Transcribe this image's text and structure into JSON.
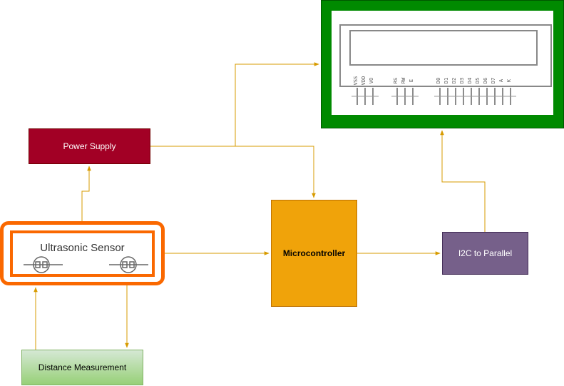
{
  "colors": {
    "connector": "#d79b00",
    "power_fill": "#a20025",
    "mcu_fill": "#f0a30a",
    "i2c_fill": "#76608a",
    "sensor_border": "#fa6800",
    "lcd_frame": "#008a00",
    "distance_fill": "#97d077"
  },
  "blocks": {
    "power_supply": "Power Supply",
    "microcontroller": "Microcontroller",
    "i2c_to_parallel": "I2C to Parallel",
    "distance_measurement": "Distance Measurement",
    "ultrasonic_sensor": "Ultrasonic Sensor"
  },
  "lcd": {
    "icon": "lcd-display-module-icon",
    "pin_labels": [
      "VSS",
      "VDD",
      "VO",
      "RS",
      "RW",
      "E",
      "D0",
      "D1",
      "D2",
      "D3",
      "D4",
      "D5",
      "D6",
      "D7",
      "A",
      "K"
    ]
  },
  "sensor": {
    "icon": "ultrasonic-transducer-icon"
  }
}
